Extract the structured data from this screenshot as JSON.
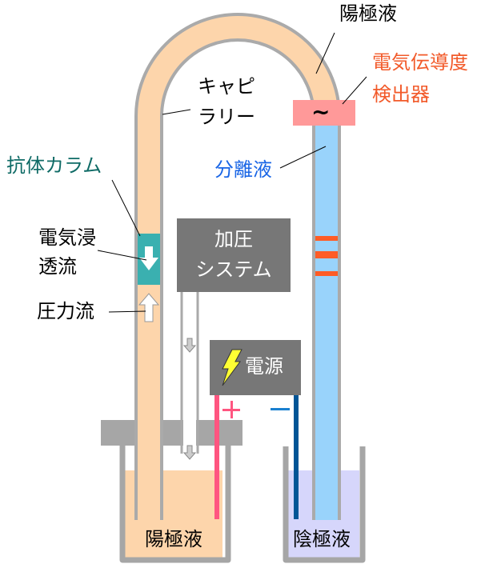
{
  "labels": {
    "capillary": [
      "キャピ",
      "ラリー"
    ],
    "anolyte_top": "陽極液",
    "conductivity_detector": [
      "電気伝導度",
      "検出器"
    ],
    "separation_liquid": "分離液",
    "antibody_column": "抗体カラム",
    "electroosmotic_flow": [
      "電気浸",
      "透流"
    ],
    "pressure_flow": "圧力流",
    "pressure_system": [
      "加圧",
      "システム"
    ],
    "power_supply": "電源",
    "plus": "+",
    "minus": "−",
    "anolyte_bottom": "陽極液",
    "catholyte_bottom": "陰極液",
    "detector_symbol": "~"
  },
  "colors": {
    "capillary_fill": "#fdd5ab",
    "capillary_wall": "#aaaaaa",
    "separation_fill": "#99d3fb",
    "detector_fill": "#ff9999",
    "antibody_column": "#3ab0b0",
    "bands": "#ff5c26",
    "box_gray": "#777777",
    "plate_gray": "#a6a6a6",
    "anolyte_liquid": "#fdd5ab",
    "catholyte_liquid": "#d6d6fb",
    "anode_wire": "#ff5580",
    "cathode_wire": "#005596",
    "lightning": "#ffff33"
  }
}
